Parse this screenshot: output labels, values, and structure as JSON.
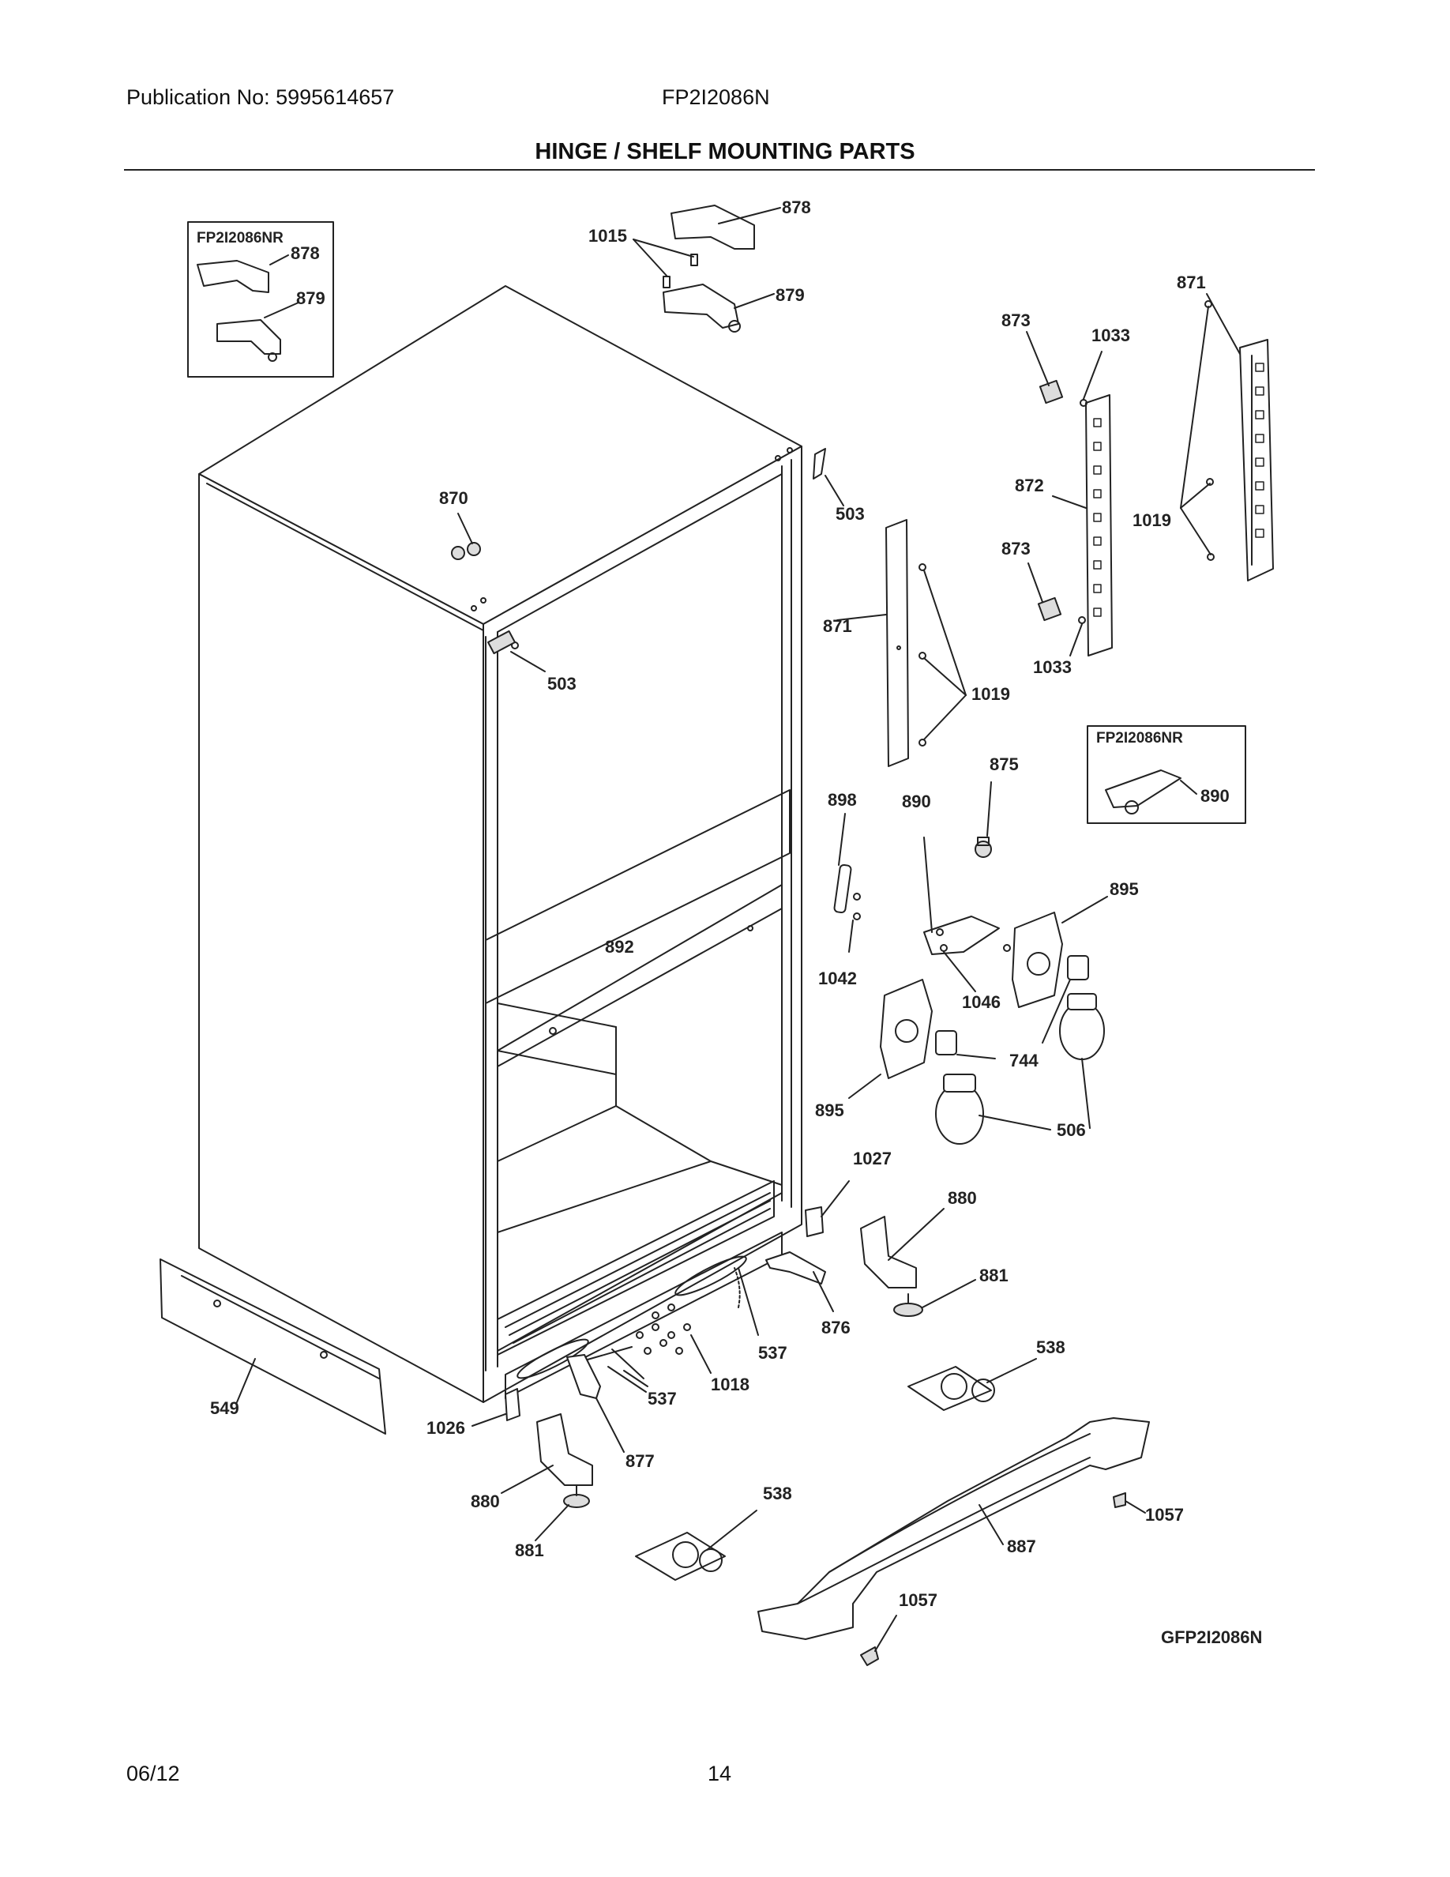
{
  "header": {
    "publication": "Publication No: 5995614657",
    "model": "FP2I2086N",
    "title": "HINGE / SHELF MOUNTING PARTS"
  },
  "inset_boxes": [
    {
      "label": "FP2I2086NR",
      "parts": [
        "878",
        "879"
      ]
    },
    {
      "label": "FP2I2086NR",
      "parts": [
        "890"
      ]
    }
  ],
  "callouts": {
    "c878_top": "878",
    "c1015": "1015",
    "c879_top": "879",
    "inset1_878": "878",
    "inset1_879": "879",
    "c871_right": "871",
    "c873_top": "873",
    "c1033_top": "1033",
    "c872": "872",
    "c1019_right": "1019",
    "c873_mid": "873",
    "c1033_mid": "1033",
    "c870": "870",
    "c503_top": "503",
    "c871_mid": "871",
    "c503_mid": "503",
    "c1019_mid": "1019",
    "c875": "875",
    "inset2_890": "890",
    "c898": "898",
    "c890": "890",
    "c895_right": "895",
    "c892": "892",
    "c1042": "1042",
    "c1046": "1046",
    "c744": "744",
    "c895_left": "895",
    "c506": "506",
    "c1027": "1027",
    "c880_right": "880",
    "c881_right": "881",
    "c876": "876",
    "c537_right": "537",
    "c538_right": "538",
    "c1018": "1018",
    "c537_left": "537",
    "c549": "549",
    "c1026": "1026",
    "c877": "877",
    "c880_left": "880",
    "c538_left": "538",
    "c1057_right": "1057",
    "c881_left": "881",
    "c887": "887",
    "c1057_bottom": "1057"
  },
  "diagram_code": "GFP2I2086N",
  "footer": {
    "date": "06/12",
    "page": "14"
  }
}
